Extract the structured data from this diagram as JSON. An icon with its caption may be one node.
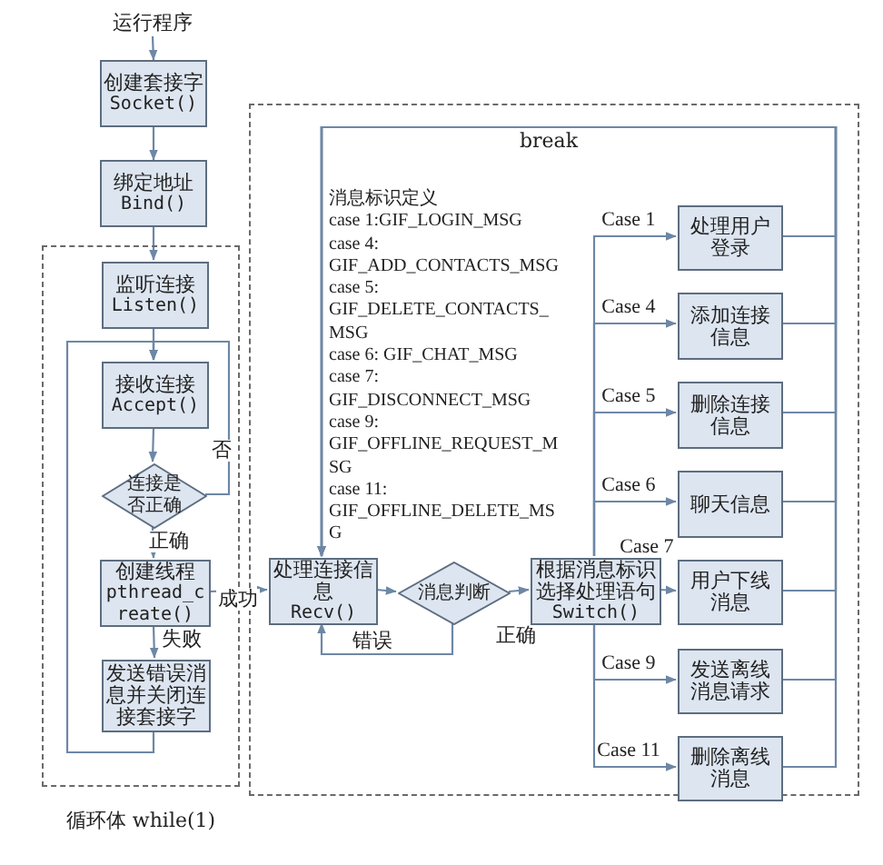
{
  "diagram": {
    "nodes": [
      {
        "text": [
          "运行程序"
        ]
      },
      {
        "text": [
          "创建套接字",
          "Socket()"
        ]
      },
      {
        "text": [
          "绑定地址",
          "Bind()"
        ]
      },
      {
        "text": [
          "循环体 while(1)"
        ]
      },
      {
        "text": [
          "监听连接",
          "Listen()"
        ],
        "in": 3
      },
      {
        "text": [
          "接收连接",
          "Accept()"
        ],
        "in": 3
      },
      {
        "text": [
          "连接是否正确"
        ],
        "in": 3
      },
      {
        "text": [
          "创建线程",
          "pthread_create()"
        ],
        "in": 3
      },
      {
        "text": [
          "发送错误消息并关闭连接套接字"
        ],
        "in": 3
      },
      {
        "text": [],
        "shape": "box"
      },
      {
        "text": [
          "处理连接信息",
          "Recv()"
        ],
        "in": 9
      },
      {
        "text": [
          "消息判断"
        ],
        "in": 9
      },
      {
        "text": [
          "根据消息标识选择处理语句",
          "Switch()"
        ],
        "in": 9
      },
      {
        "text": [
          "处理用户登录"
        ],
        "in": 9
      },
      {
        "text": [
          "添加连接信息"
        ],
        "in": 9
      },
      {
        "text": [
          "删除连接信息"
        ],
        "in": 9
      },
      {
        "text": [
          "聊天信息"
        ],
        "in": 9
      },
      {
        "text": [
          "用户下线消息"
        ],
        "in": 9
      },
      {
        "text": [
          "发送离线消息请求"
        ],
        "in": 9
      },
      {
        "text": [
          "删除离线消息"
        ],
        "in": 9
      }
    ],
    "edges": [
      {
        "from": 0,
        "to": 1,
        "arrow": "to"
      },
      {
        "from": 1,
        "to": 2,
        "arrow": "to"
      },
      {
        "from": 2,
        "to": 4,
        "arrow": "to"
      },
      {
        "from": 4,
        "to": 5,
        "arrow": "to"
      },
      {
        "from": 5,
        "to": 6,
        "arrow": "to"
      },
      {
        "from": 6,
        "to": 7,
        "arrow": "to",
        "label": "正确"
      },
      {
        "from": 6,
        "to": 5,
        "arrow": "to",
        "label": "否"
      },
      {
        "from": 8,
        "to": 5,
        "arrow": "to"
      },
      {
        "from": 7,
        "to": 8,
        "arrow": "to",
        "label": "失败"
      },
      {
        "from": 7,
        "to": 10,
        "arrow": "to",
        "label": "成功"
      },
      {
        "from": 10,
        "to": 11,
        "arrow": "to"
      },
      {
        "from": 11,
        "to": 12,
        "arrow": "to",
        "label": "正确"
      },
      {
        "from": 11,
        "to": 10,
        "arrow": "to",
        "label": "错误"
      },
      {
        "from": 12,
        "to": 13,
        "arrow": "to",
        "label": "Case 1"
      },
      {
        "from": 12,
        "to": 14,
        "arrow": "to",
        "label": "Case 4"
      },
      {
        "from": 12,
        "to": 15,
        "arrow": "to",
        "label": "Case 5"
      },
      {
        "from": 12,
        "to": 16,
        "arrow": "to",
        "label": "Case 6"
      },
      {
        "from": 12,
        "to": 17,
        "arrow": "to",
        "label": "Case 7"
      },
      {
        "from": 12,
        "to": 18,
        "arrow": "to",
        "label": "Case 9"
      },
      {
        "from": 12,
        "to": 19,
        "arrow": "to",
        "label": "Case 11"
      },
      {
        "from": 13,
        "to": 10,
        "arrow": "to",
        "label": "break"
      },
      {
        "from": 14,
        "to": 10,
        "arrow": "to"
      },
      {
        "from": 15,
        "to": 10,
        "arrow": "to"
      },
      {
        "from": 16,
        "to": 10,
        "arrow": "to"
      },
      {
        "from": 17,
        "to": 10,
        "arrow": "to"
      },
      {
        "from": 18,
        "to": 10,
        "arrow": "to"
      },
      {
        "from": 19,
        "to": 10,
        "arrow": "to"
      }
    ],
    "labels": [
      "消息标识定义",
      "case 1:GIF_LOGIN_MSG",
      "case 4: GIF_ADD_CONTACTS_MSG",
      "case 5: GIF_DELETE_CONTACTS_MSG",
      "case 6: GIF_CHAT_MSG",
      "case 7: GIF_DISCONNECT_MSG",
      "case 9: GIF_OFFLINE_REQUEST_MSG",
      "case 11: GIF_OFFLINE_DELETE_MSG"
    ]
  }
}
